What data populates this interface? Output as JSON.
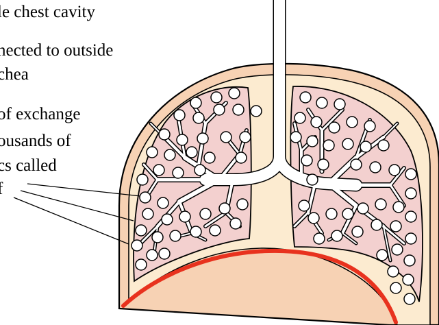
{
  "text_lines": [
    "le chest cavity",
    "nected to outside",
    "chea",
    " of exchange",
    "ousands of",
    "cs called",
    "f"
  ],
  "colors": {
    "chest_fill": "#f7d2b4",
    "chest_inner": "#fcebd0",
    "lung_fill": "#f3d0cf",
    "diaphragm": "#e8321e",
    "outline": "#000000",
    "airway": "#ffffff"
  },
  "diagram": {
    "parts": [
      "chest-cavity",
      "trachea",
      "left-lung",
      "right-lung",
      "bronchi",
      "alveoli",
      "diaphragm",
      "pointer-lines"
    ]
  }
}
